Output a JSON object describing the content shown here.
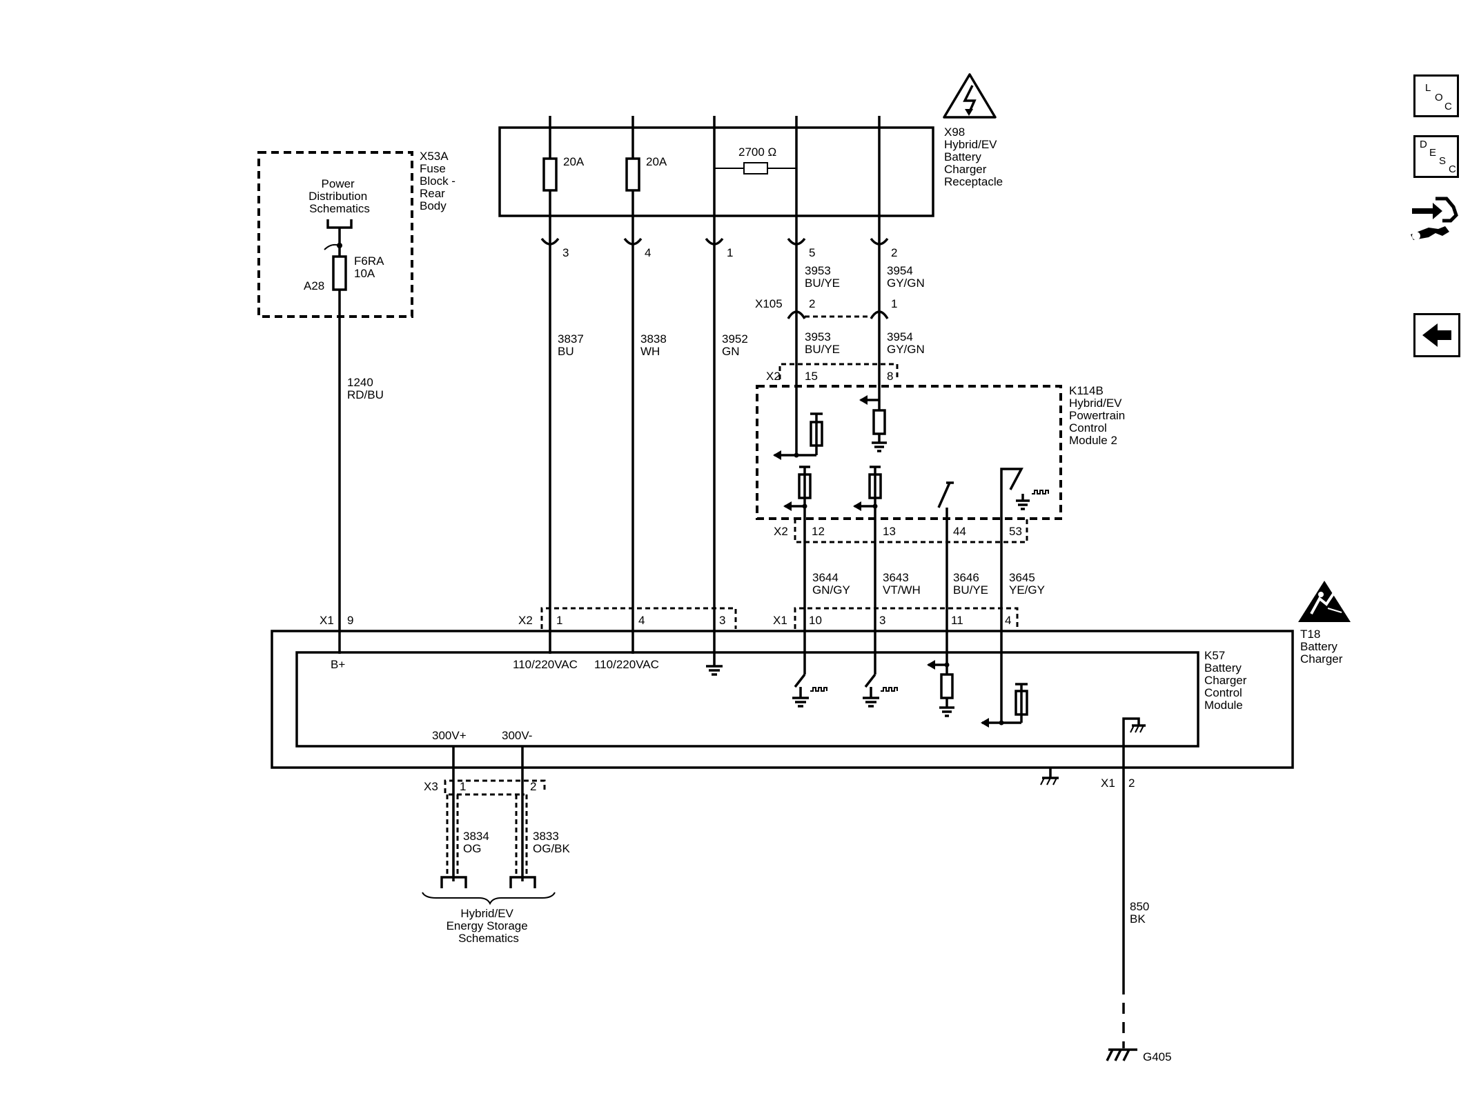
{
  "components": {
    "x98": {
      "lines": [
        "X98",
        "Hybrid/EV",
        "Battery",
        "Charger",
        "Receptacle"
      ],
      "fuse_a": "20A",
      "fuse_b": "20A",
      "resistor": "2700 Ω"
    },
    "x53a": {
      "lines": [
        "X53A",
        "Fuse",
        "Block -",
        "Rear",
        "Body"
      ],
      "ref_lines": [
        "Power",
        "Distribution",
        "Schematics"
      ],
      "fuse_lines": [
        "F6RA",
        "10A"
      ],
      "pin": "A28"
    },
    "k114b": {
      "lines": [
        "K114B",
        "Hybrid/EV",
        "Powertrain",
        "Control",
        "Module 2"
      ]
    },
    "t18": {
      "lines": [
        "T18",
        "Battery",
        "Charger"
      ]
    },
    "k57": {
      "lines": [
        "K57",
        "Battery",
        "Charger",
        "Control",
        "Module"
      ],
      "b_plus": "B+",
      "ac1": "110/220VAC",
      "ac2": "110/220VAC",
      "hv_pos": "300V+",
      "hv_neg": "300V-"
    },
    "energy_storage": {
      "lines": [
        "Hybrid/EV",
        "Energy Storage",
        "Schematics"
      ]
    },
    "ground": {
      "name": "G405"
    }
  },
  "connectors": {
    "x98_pins": [
      "3",
      "4",
      "1",
      "5",
      "2"
    ],
    "x105": {
      "name": "X105",
      "pins": [
        "2",
        "1"
      ]
    },
    "k114b_x2_top": {
      "name": "X2",
      "pins": [
        "15",
        "8"
      ]
    },
    "k114b_x2_bottom": {
      "name": "X2",
      "pins": [
        "12",
        "13",
        "44",
        "53"
      ]
    },
    "t18_x1_left": {
      "name": "X1",
      "pin": "9"
    },
    "t18_x2": {
      "name": "X2",
      "pins": [
        "1",
        "4",
        "3"
      ]
    },
    "t18_x1_mid": {
      "name": "X1",
      "pins": [
        "10",
        "3",
        "11",
        "4"
      ]
    },
    "t18_x3": {
      "name": "X3",
      "pins": [
        "1",
        "2"
      ]
    },
    "t18_x1_right": {
      "name": "X1",
      "pin": "2"
    }
  },
  "wires": {
    "w1240": [
      "1240",
      "RD/BU"
    ],
    "w3837": [
      "3837",
      "BU"
    ],
    "w3838": [
      "3838",
      "WH"
    ],
    "w3952": [
      "3952",
      "GN"
    ],
    "w3953_top": [
      "3953",
      "BU/YE"
    ],
    "w3954_top": [
      "3954",
      "GY/GN"
    ],
    "w3953_bot": [
      "3953",
      "BU/YE"
    ],
    "w3954_bot": [
      "3954",
      "GY/GN"
    ],
    "w3644": [
      "3644",
      "GN/GY"
    ],
    "w3643": [
      "3643",
      "VT/WH"
    ],
    "w3646": [
      "3646",
      "BU/YE"
    ],
    "w3645": [
      "3645",
      "YE/GY"
    ],
    "w3834": [
      "3834",
      "OG"
    ],
    "w3833": [
      "3833",
      "OG/BK"
    ],
    "w850": [
      "850",
      "BK"
    ]
  },
  "nav": {
    "loc": [
      "L",
      "O",
      "C"
    ],
    "desc": [
      "D",
      "E",
      "S",
      "C"
    ],
    "diag_icon": "connector-wrench-icon",
    "back_icon": "back-arrow-icon"
  }
}
